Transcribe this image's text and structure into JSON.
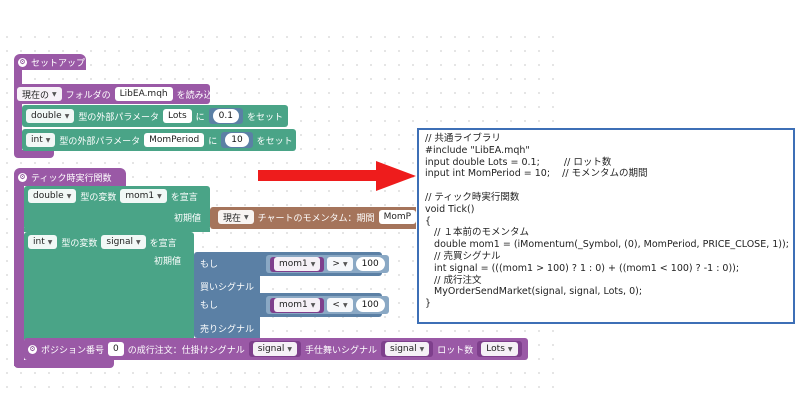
{
  "setup": {
    "title": "セットアップ",
    "include_prefix": "現在の",
    "include_mid": "フォルダの",
    "include_file": "LibEA.mqh",
    "include_suffix": "を読み込む",
    "param1": {
      "type": "double",
      "label": "型の外部パラメータ",
      "name": "Lots",
      "connector": "に",
      "value": "0.1",
      "suffix": "をセット"
    },
    "param2": {
      "type": "int",
      "label": "型の外部パラメータ",
      "name": "MomPeriod",
      "connector": "に",
      "value": "10",
      "suffix": "をセット"
    }
  },
  "tick": {
    "title": "ティック時実行関数",
    "var1": {
      "type": "double",
      "label": "型の変数",
      "name": "mom1",
      "suffix": "を宣言",
      "init_label": "初期値",
      "init_scope": "現在",
      "init_func": "チャートのモメンタム：期間",
      "init_param": "MomP"
    },
    "var2": {
      "type": "int",
      "label": "型の変数",
      "name": "signal",
      "suffix": "を宣言",
      "init_label": "初期値"
    },
    "if1": {
      "label": "もし",
      "var": "mom1",
      "op": ">",
      "value": "100",
      "then": "買いシグナル"
    },
    "if2": {
      "label": "もし",
      "var": "mom1",
      "op": "<",
      "value": "100",
      "then": "売りシグナル"
    },
    "order": {
      "label1": "ポジション番号",
      "pos": "0",
      "label2": "の成行注文：仕掛けシグナル",
      "sig1": "signal",
      "label3": "手仕舞いシグナル",
      "sig2": "signal",
      "label4": "ロット数",
      "lots": "Lots"
    }
  },
  "code_lines": [
    "// 共通ライブラリ",
    "#include \"LibEA.mqh\"",
    "input double Lots = 0.1;        // ロット数",
    "input int MomPeriod = 10;    // モメンタムの期間",
    "",
    "// ティック時実行関数",
    "void Tick()",
    "{",
    "   // １本前のモメンタム",
    "   double mom1 = (iMomentum(_Symbol, (0), MomPeriod, PRICE_CLOSE, 1));",
    "   // 売買シグナル",
    "   int signal = (((mom1 > 100) ? 1 : 0) + ((mom1 < 100) ? -1 : 0));",
    "   // 成行注文",
    "   MyOrderSendMarket(signal, signal, Lots, 0);",
    "}"
  ],
  "colors": {
    "event": "#9a59a6",
    "variable": "#4aa487",
    "logic": "#5b80a5",
    "math": "#a5745b",
    "arrow": "#ee1c1c",
    "code_border": "#3d6fb6"
  }
}
